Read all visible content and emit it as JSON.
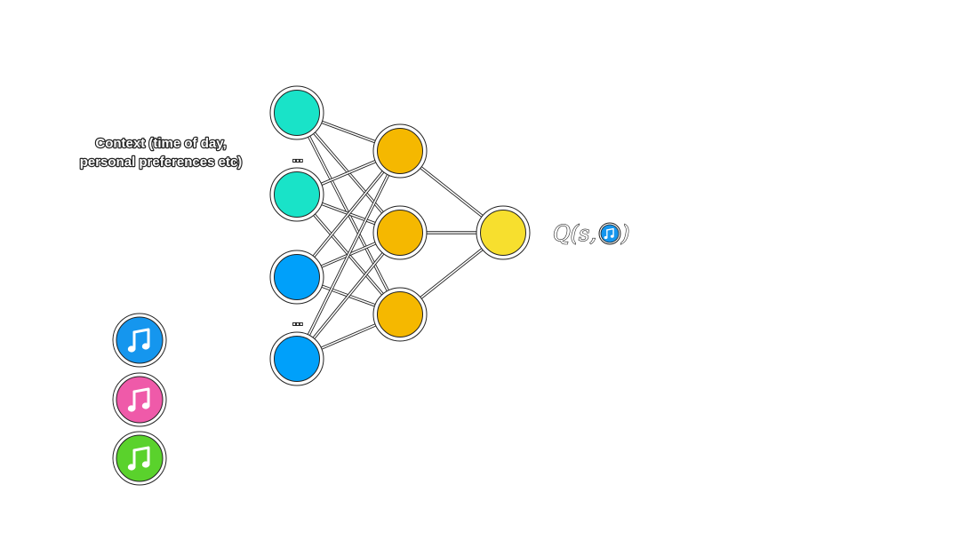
{
  "context_label": {
    "line1": "Context (time of day,",
    "line2": "personal preferences etc)"
  },
  "ellipsis": "...",
  "output_label": {
    "prefix": "Q(s,",
    "suffix": ")"
  },
  "colors": {
    "context_node": "#19e3c8",
    "song_feature_node": "#00a0fa",
    "hidden_node": "#f5b800",
    "output_node": "#f7df2e",
    "song_blue": "#1596ee",
    "song_pink": "#ef5aa9",
    "song_green": "#5ad22c"
  },
  "songs": [
    {
      "id": "song-blue",
      "icon": "music-note-icon"
    },
    {
      "id": "song-pink",
      "icon": "music-note-icon"
    },
    {
      "id": "song-green",
      "icon": "music-note-icon"
    }
  ]
}
